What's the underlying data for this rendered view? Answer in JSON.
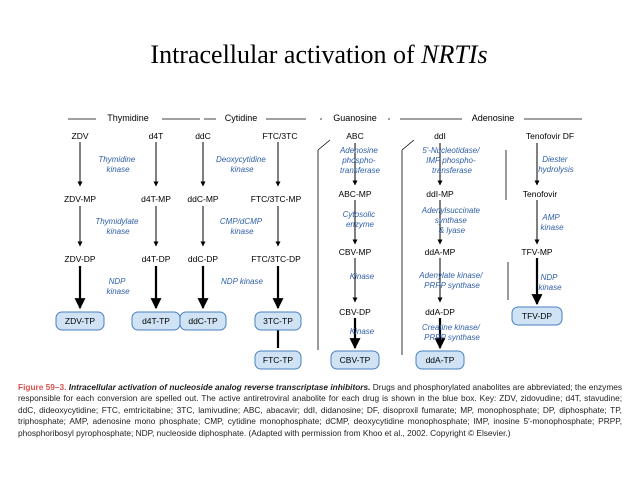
{
  "slide": {
    "title_plain": "Intracellular activation of ",
    "title_italic": "NRTIs"
  },
  "headers": [
    "Thymidine",
    "Cytidine",
    "Guanosine",
    "Adenosine"
  ],
  "compounds": {
    "zdv": "ZDV",
    "d4t": "d4T",
    "ddc": "ddC",
    "ftc": "FTC/3TC",
    "abc": "ABC",
    "ddi": "ddI",
    "tdf": "Tenofovir DF",
    "zdv_mp": "ZDV-MP",
    "d4t_mp": "d4T-MP",
    "ddc_mp": "ddC-MP",
    "ftc_mp": "FTC/3TC-MP",
    "abc_mp": "ABC-MP",
    "ddi_mp": "ddI-MP",
    "tenofovir": "Tenofovir",
    "zdv_dp": "ZDV-DP",
    "d4t_dp": "d4T-DP",
    "ddc_dp": "ddC-DP",
    "ftc_dp": "FTC/3TC-DP",
    "cbv_mp": "CBV-MP",
    "dda_mp": "ddA-MP",
    "tfv_mp": "TFV-MP",
    "cbv_dp": "CBV-DP",
    "dda_dp": "ddA-DP"
  },
  "enzymes": {
    "thymidine_kinase": [
      "Thymidine",
      "kinase"
    ],
    "deoxycytidine_kinase": [
      "Deoxycytidine",
      "kinase"
    ],
    "adenosine_pt": [
      "Adenosine",
      "phospho-",
      "transferase"
    ],
    "nucleotidase": [
      "5'-Nucleotidase/",
      "IMP phospho-",
      "transferase"
    ],
    "diester": [
      "Diester",
      "hydrolysis"
    ],
    "thymidylate_kinase": [
      "Thymidylate",
      "kinase"
    ],
    "cmp_dcmp": [
      "CMP/dCMP",
      "kinase"
    ],
    "cytosolic": [
      "Cytosolic",
      "enzyme"
    ],
    "adenylsuccinate": [
      "Adenylsuccinate",
      "synthase",
      "& lyase"
    ],
    "amp_kinase": [
      "AMP",
      "kinase"
    ],
    "ndp_kinase_t": [
      "NDP",
      "kinase"
    ],
    "ndp_kinase_c": [
      "NDP kinase"
    ],
    "kinase_g1": [
      "Kinase"
    ],
    "adenylate": [
      "Adenylate kinase/",
      "PRPP synthase"
    ],
    "ndp_kinase_a": [
      "NDP",
      "kinase"
    ],
    "kinase_g2": [
      "Kinase"
    ],
    "creatine": [
      "Creatine kinase/",
      "PRPP synthase"
    ]
  },
  "actives": {
    "zdv_tp": "ZDV-TP",
    "d4t_tp": "d4T-TP",
    "ddc_tp": "ddC-TP",
    "3tc_tp": "3TC-TP",
    "ftc_tp": "FTC-TP",
    "cbv_tp": "CBV-TP",
    "tfv_dp": "TFV-DP",
    "dda_tp": "ddA-TP"
  },
  "caption": {
    "figure": "Figure 59–3.",
    "title": "Intracellular activation of nucleoside analog reverse transcriptase inhibitors.",
    "text": "Drugs and phosphorylated anabolites are abbreviated; the enzymes responsible for each conversion are spelled out. The active antiretroviral anabolite for each drug is shown in the blue box. Key: ZDV, zidovudine; d4T, stavudine; ddC, dideoxycytidine; FTC, emtricitabine; 3TC, lamivudine; ABC, abacavir; ddI, didanosine; DF, disoproxil fumarate; MP, monophosphate; DP, diphosphate; TP, triphosphate; AMP, adenosine mono phosphate; CMP, cytidine monophosphate; dCMP, deoxycytidine monophosphate; IMP, inosine 5′-monophosphate; PRPP, phosphoribosyl pyrophosphate; NDP, nucleoside diphosphate. (Adapted with permission from Khoo et al., 2002. Copyright © Elsevier.)"
  },
  "colors": {
    "enzyme_text": "#2f5fa8",
    "box_fill": "#cfe3f5",
    "box_stroke": "#4a7fc0",
    "caption_accent": "#d9534f"
  }
}
